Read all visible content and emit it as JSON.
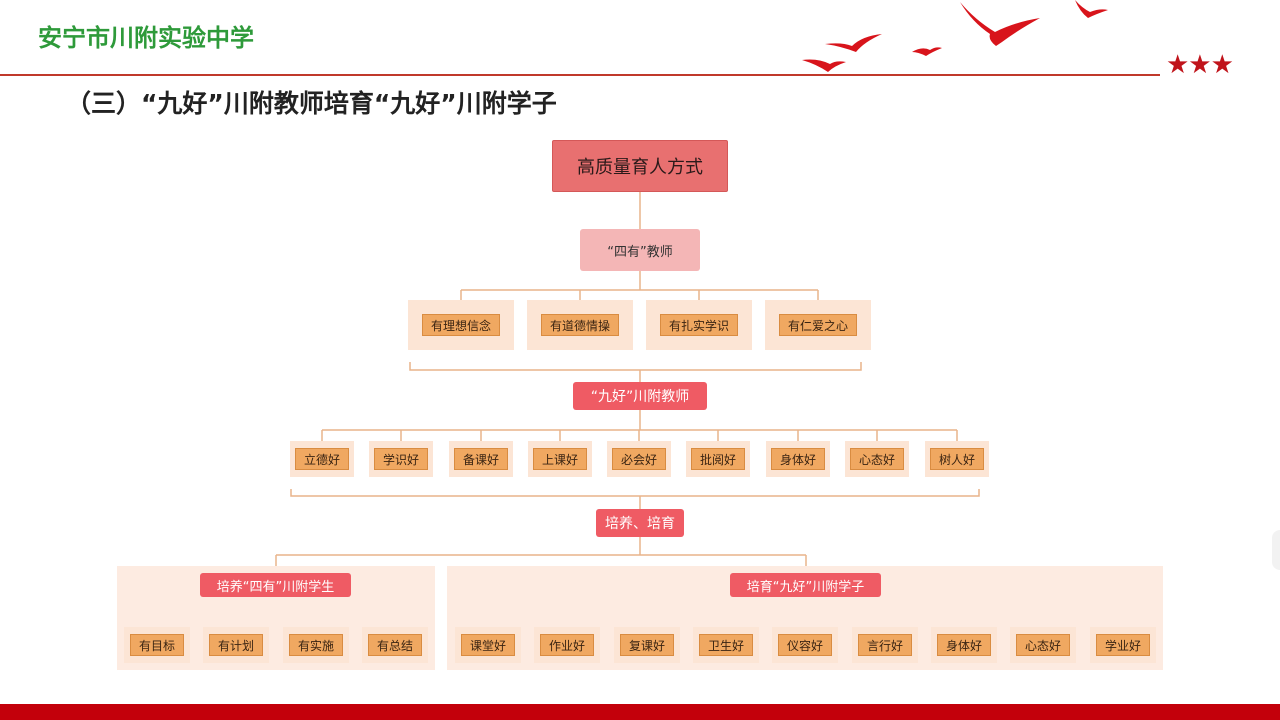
{
  "header": {
    "school": "安宁市川附实验中学",
    "subtitle": "（三）“九好”川附教师培育“九好”川附学子",
    "stars": "★★★"
  },
  "diagram": {
    "root": "高质量育人方式",
    "level1": "“四有”教师",
    "four_have": [
      "有理想信念",
      "有道德情操",
      "有扎实学识",
      "有仁爱之心"
    ],
    "teacher_nine": "“九好”川附教师",
    "teacher_items": [
      "立德好",
      "学识好",
      "备课好",
      "上课好",
      "必会好",
      "批阅好",
      "身体好",
      "心态好",
      "树人好"
    ],
    "cultivate": "培养、培育",
    "student_four_title": "培养“四有”川附学生",
    "student_four_items": [
      "有目标",
      "有计划",
      "有实施",
      "有总结"
    ],
    "student_nine_title": "培育“九好”川附学子",
    "student_nine_items": [
      "课堂好",
      "作业好",
      "复课好",
      "卫生好",
      "仪容好",
      "言行好",
      "身体好",
      "心态好",
      "学业好"
    ]
  },
  "colors": {
    "header_green": "#2e9a3a",
    "accent_red": "#c0141b",
    "root_fill": "#e87070",
    "pink_label": "#ef5b64",
    "item_orange": "#f0a861",
    "item_bg": "#fce5d5",
    "connector": "#e8b48a"
  }
}
